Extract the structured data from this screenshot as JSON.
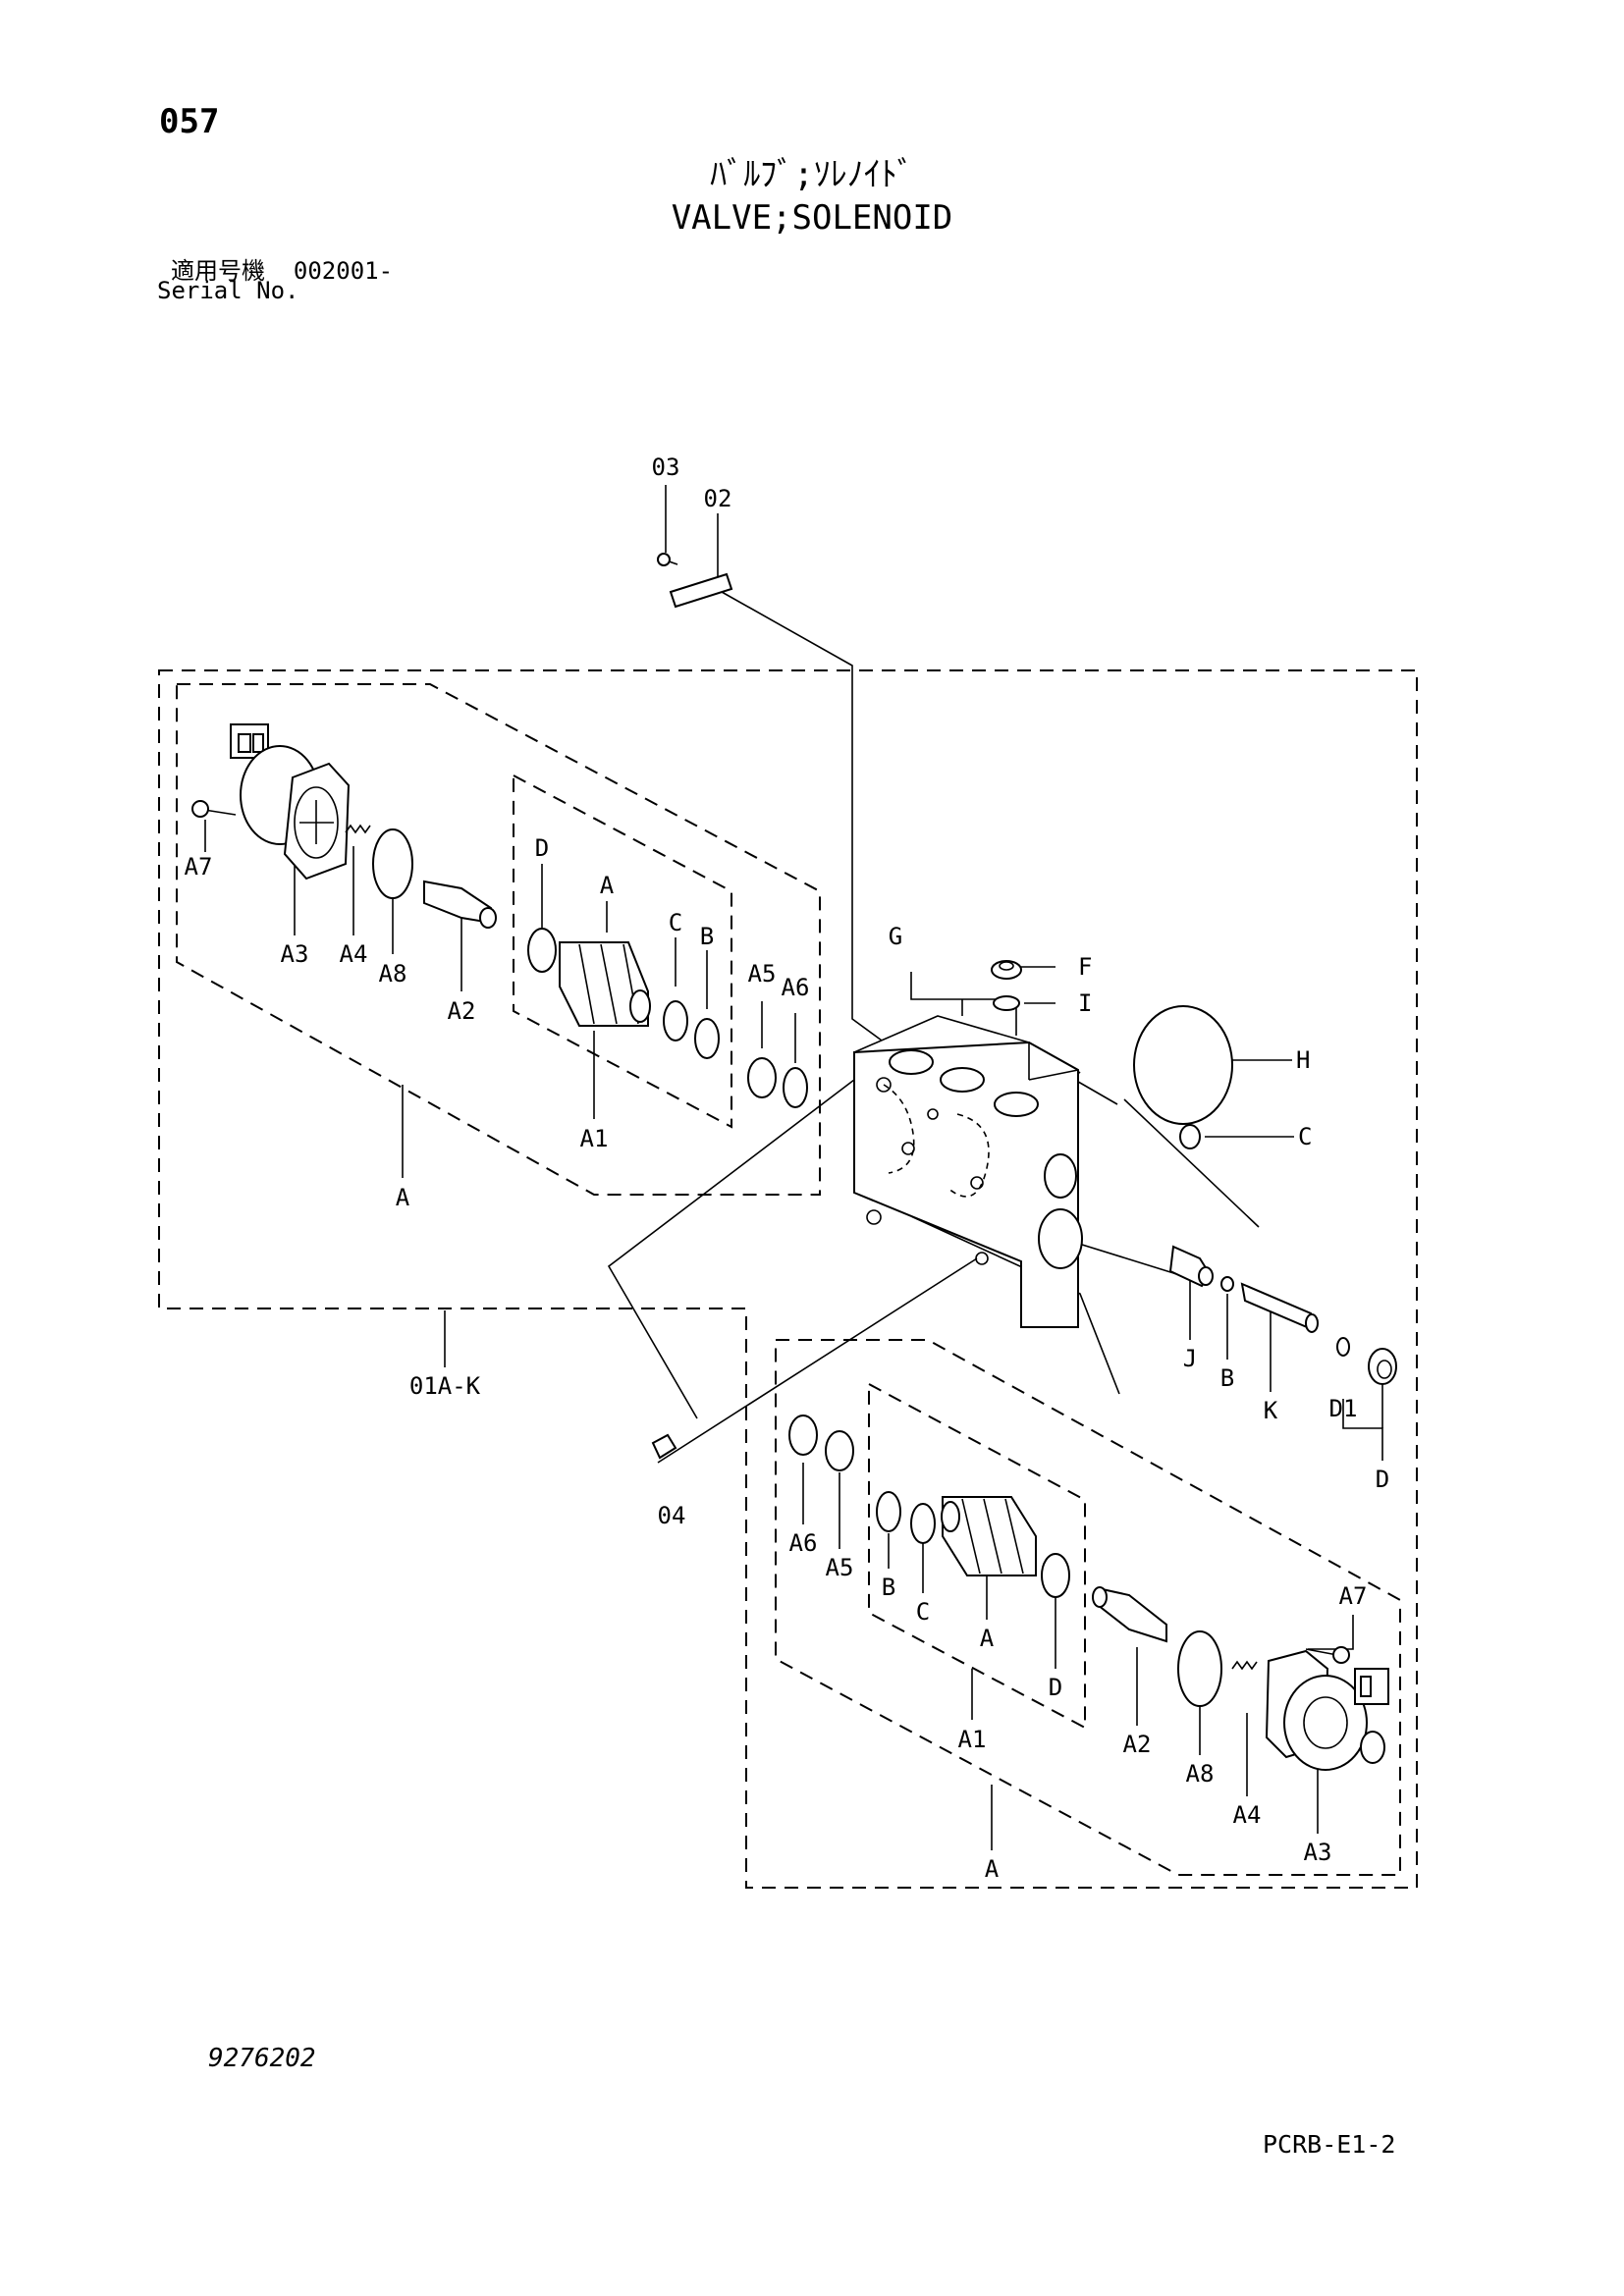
{
  "page_number": "057",
  "title_jp": "ﾊﾞﾙﾌﾞ;ｿﾚﾉｲﾄﾞ",
  "title_en": "VALVE;SOLENOID",
  "serial": {
    "label_jp": "適用号機",
    "value": "002001-",
    "label_en": "Serial No."
  },
  "drawing_number": "9276202",
  "page_code": "PCRB-E1-2",
  "callouts": {
    "c03": "03",
    "c02": "02",
    "c01": "01A-K",
    "c04": "04",
    "l_A7": "A7",
    "l_A3": "A3",
    "l_A4": "A4",
    "l_A8": "A8",
    "l_A2": "A2",
    "l_D": "D",
    "l_Ad": "A",
    "l_C": "C",
    "l_B": "B",
    "l_A5": "A5",
    "l_A6": "A6",
    "l_A1": "A1",
    "l_A": "A",
    "G": "G",
    "F": "F",
    "I": "I",
    "H": "H",
    "C": "C",
    "J": "J",
    "B": "B",
    "K": "K",
    "D1": "D1",
    "D": "D",
    "r_A6": "A6",
    "r_A5": "A5",
    "r_B": "B",
    "r_C": "C",
    "r_Ad": "A",
    "r_D": "D",
    "r_A1": "A1",
    "r_A2": "A2",
    "r_A8": "A8",
    "r_A4": "A4",
    "r_A7": "A7",
    "r_A3": "A3",
    "r_A": "A"
  }
}
